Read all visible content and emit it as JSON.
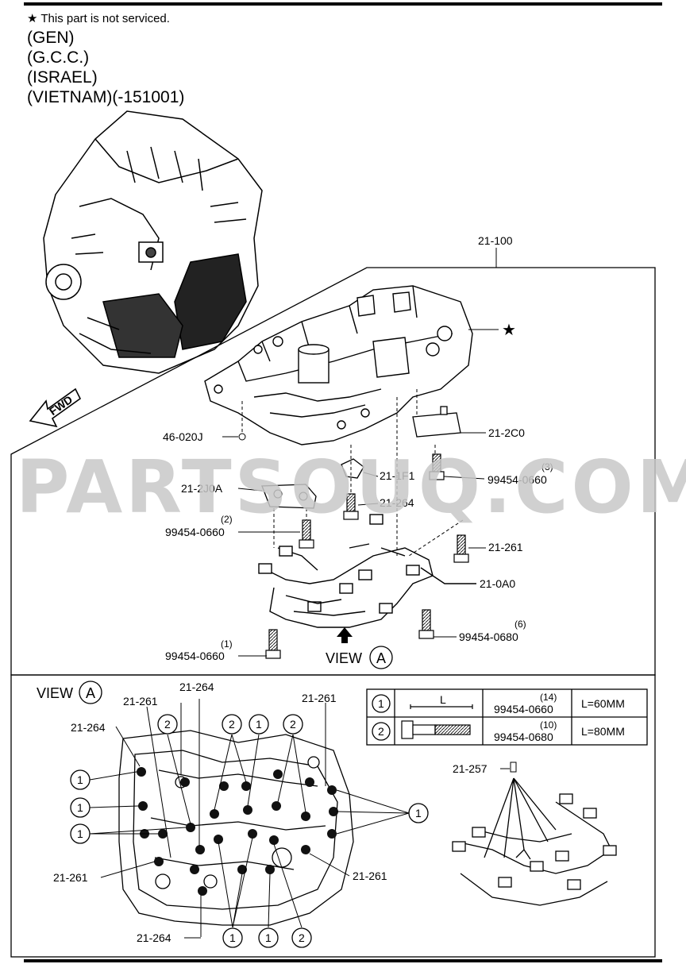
{
  "header": {
    "note_icon": "star-icon",
    "note_symbol": "★",
    "note_text": "This part is not serviced.",
    "conditions": [
      "(GEN)",
      "(G.C.C.)",
      "(ISRAEL)",
      "(VIETNAM)(-151001)"
    ]
  },
  "watermark": "PARTSOUQ.COM",
  "main_view": {
    "assembly_label": "21-100",
    "fwd_label": "FWD",
    "star_symbol": "★",
    "labels": {
      "p46_020J": "46-020J",
      "p21_2C0": "21-2C0",
      "p21_1F1": "21-1F1",
      "p21_2J0A": "21-2J0A",
      "p21_264": "21-264",
      "p21_261": "21-261",
      "p21_0A0": "21-0A0"
    },
    "bolt_callouts": [
      {
        "qty": "(3)",
        "part": "99454-0660"
      },
      {
        "qty": "(2)",
        "part": "99454-0660"
      },
      {
        "qty": "(1)",
        "part": "99454-0660"
      },
      {
        "qty": "(6)",
        "part": "99454-0680"
      }
    ],
    "view_label": "VIEW",
    "view_letter": "A"
  },
  "detail_view": {
    "title": "VIEW",
    "letter": "A",
    "labels": {
      "p21_264": "21-264",
      "p21_261": "21-261",
      "p21_257": "21-257"
    },
    "circle_one": "1",
    "circle_two": "2"
  },
  "bolt_table": {
    "dimension_label": "L",
    "rows": [
      {
        "marker": "1",
        "qty": "(14)",
        "part": "99454-0660",
        "length": "L=60MM"
      },
      {
        "marker": "2",
        "qty": "(10)",
        "part": "99454-0680",
        "length": "L=80MM"
      }
    ]
  }
}
